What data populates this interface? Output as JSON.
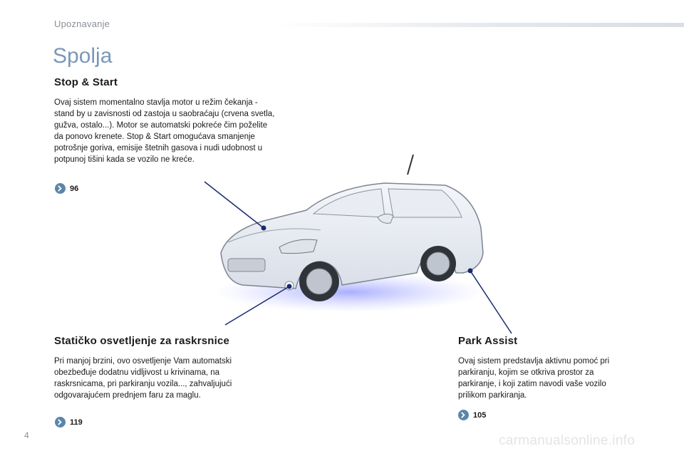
{
  "header": {
    "section": "Upoznavanje",
    "title": "Spolja"
  },
  "stop_start": {
    "heading": "Stop & Start",
    "text": "Ovaj sistem momentalno stavlja motor u režim čekanja - stand by u zavisnosti od zastoja u saobraćaju (crvena svetla, gužva, ostalo...). Motor se automatski pokreće čim poželite da ponovo krenete. Stop & Start omogućava smanjenje potrošnje goriva, emisije štetnih gasova i nudi udobnost u potpunoj tišini kada se vozilo ne kreće.",
    "ref": "96"
  },
  "cornering": {
    "heading": "Statičko osvetljenje za raskrsnice",
    "text": "Pri manjoj brzini, ovo osvetljenje Vam automatski obezbeđuje dodatnu vidljivost u krivinama, na raskrsnicama, pri parkiranju vozila..., zahvaljujući odgovarajućem prednjem faru za maglu.",
    "ref": "119"
  },
  "park_assist": {
    "heading": "Park Assist",
    "text": "Ovaj sistem predstavlja aktivnu pomoć pri parkiranju, kojim se otkriva prostor za parkiranje, i koji zatim navodi vaše vozilo prilikom parkiranja.",
    "ref": "105"
  },
  "footer": {
    "page_number": "4",
    "watermark": "carmanualsonline.info"
  },
  "colors": {
    "title": "#7a98b8",
    "ref_icon": "#5b86ab",
    "callout_line": "#1a2a6e"
  },
  "icons": {
    "ref": "chevron-right-icon"
  }
}
